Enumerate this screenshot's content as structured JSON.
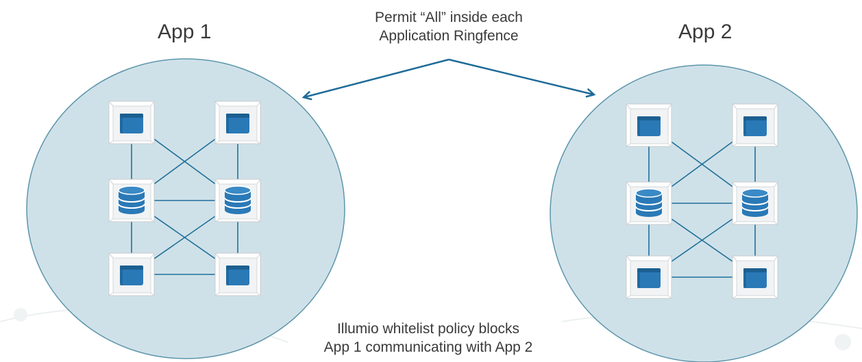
{
  "app1": {
    "title": "App 1"
  },
  "app2": {
    "title": "App 2"
  },
  "top_caption": {
    "line1": "Permit “All” inside each",
    "line2": "Application Ringfence"
  },
  "bottom_caption": {
    "line1": "Illumio whitelist policy blocks",
    "line2": "App 1 communicating with App 2"
  },
  "colors": {
    "ringfence_fill": "#cfe1e8",
    "ringfence_stroke": "#5c95ab",
    "arrow": "#1d6b98",
    "connector": "#1f6f9a",
    "node_blue": "#2a79b7",
    "text": "#3a3a3a"
  },
  "node_icons": [
    "window-icon",
    "database-icon"
  ]
}
